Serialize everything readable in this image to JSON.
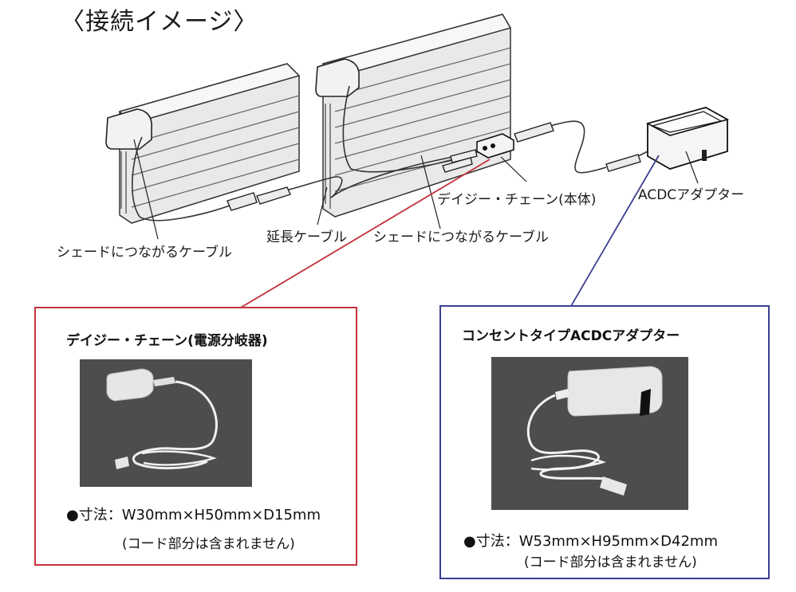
{
  "page": {
    "title": "〈接続イメージ〉"
  },
  "diagram": {
    "labels": {
      "shade_cable_left": "シェードにつながるケーブル",
      "extension_cable": "延長ケーブル",
      "shade_cable_right": "シェードにつながるケーブル",
      "daisy_chain_body": "デイジー・チェーン(本体)",
      "acdc_adapter": "ACDCアダプター"
    },
    "colors": {
      "red_leader": "#c4323a",
      "blue_leader": "#3c3f8f"
    }
  },
  "daisy_chain_box": {
    "title": "デイジー・チェーン(電源分岐器)",
    "spec": "●寸法：W30mm×H50mm×D15mm",
    "note": "(コード部分は含まれません)",
    "border_color": "#c4323a"
  },
  "adapter_box": {
    "title": "コンセントタイプACDCアダプター",
    "spec": "●寸法：W53mm×H95mm×D42mm",
    "note": "(コード部分は含まれません)",
    "border_color": "#3c3f8f"
  }
}
